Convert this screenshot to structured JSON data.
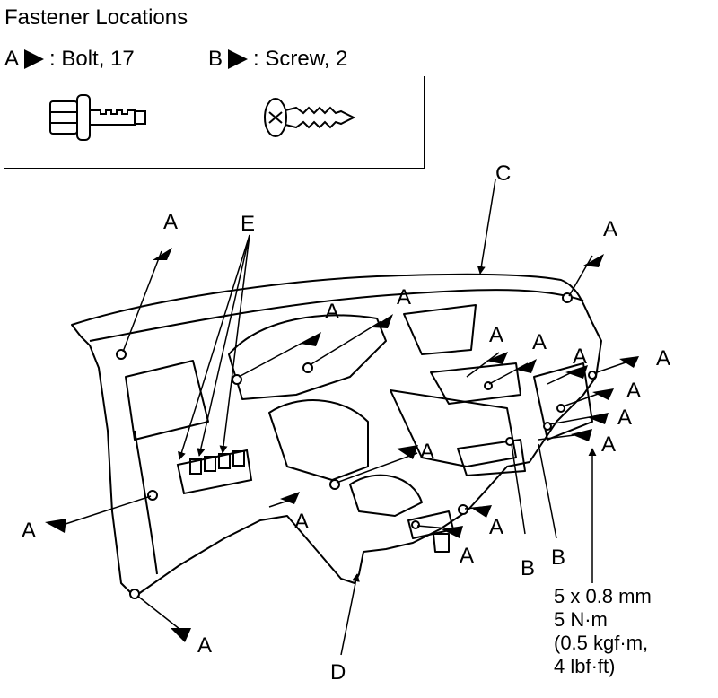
{
  "title": "Fastener Locations",
  "legend": {
    "a": {
      "letter": "A",
      "text": ": Bolt, 17"
    },
    "b": {
      "letter": "B",
      "text": ": Screw, 2"
    }
  },
  "callouts": {
    "c": "C",
    "d": "D",
    "e": "E",
    "a1": "A",
    "a2": "A",
    "a3": "A",
    "a4": "A",
    "a5": "A",
    "a6": "A",
    "a7": "A",
    "a8": "A",
    "a9": "A",
    "a10": "A",
    "a11": "A",
    "a12": "A",
    "a13": "A",
    "a14": "A",
    "a15": "A",
    "a16": "A",
    "a17": "A",
    "b1": "B",
    "b2": "B"
  },
  "spec": {
    "line1": "5 x 0.8 mm",
    "line2": "5 N·m",
    "line3": "(0.5 kgf·m,",
    "line4": "4 lbf·ft)"
  }
}
